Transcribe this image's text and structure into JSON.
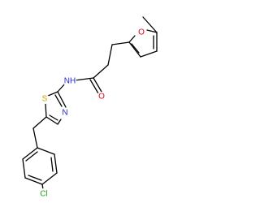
{
  "molecule": {
    "atoms": {
      "O_furan": {
        "label": "O",
        "color": "#e0001b"
      },
      "N_amide": {
        "label": "NH",
        "color": "#1f1fd6"
      },
      "O_carbonyl": {
        "label": "O",
        "color": "#e0001b"
      },
      "S_thiazole": {
        "label": "S",
        "color": "#c8a000"
      },
      "N_thiazole": {
        "label": "N",
        "color": "#1f1fd6"
      },
      "Cl": {
        "label": "Cl",
        "color": "#1aa31a"
      }
    }
  }
}
